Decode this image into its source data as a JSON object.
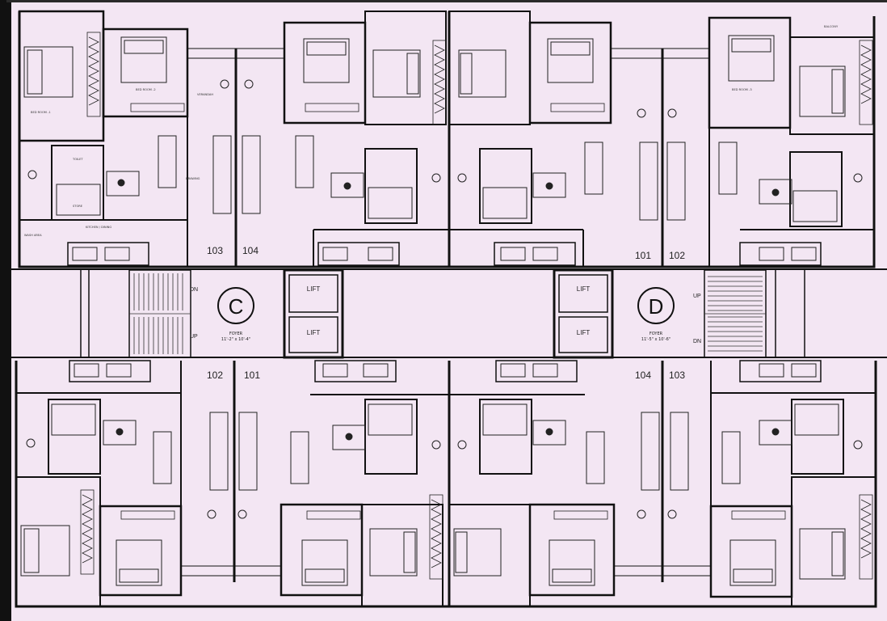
{
  "plan": {
    "units": {
      "top_left_c_left": "103",
      "top_left_c_right": "104",
      "top_right_d_left": "101",
      "top_right_d_right": "102",
      "bottom_c_left": "102",
      "bottom_c_right": "101",
      "bottom_d_left": "104",
      "bottom_d_right": "103"
    },
    "core_c": {
      "letter": "C",
      "foyer": "FOYER",
      "foyer_size": "11'-2\" x 10'-4\"",
      "lift_upper": "LIFT",
      "lift_lower": "LIFT",
      "stair_dn": "DN",
      "stair_up": "UP"
    },
    "core_d": {
      "letter": "D",
      "foyer": "FOYER",
      "foyer_size": "11'-5\" x 10'-6\"",
      "lift_upper": "LIFT",
      "lift_lower": "LIFT",
      "stair_up": "UP",
      "stair_dn": "DN"
    },
    "room_labels": {
      "bedroom1": "BED ROOM -1",
      "bedroom2": "BED ROOM -2",
      "bedroom3": "BED ROOM -3",
      "verandah": "VERANDAH",
      "drawing": "DRAWING",
      "toilet": "TOILET",
      "store": "STORE",
      "kitchen": "KITCHEN / DINING",
      "wash": "WASH AREA",
      "balcony": "BALCONY"
    }
  }
}
